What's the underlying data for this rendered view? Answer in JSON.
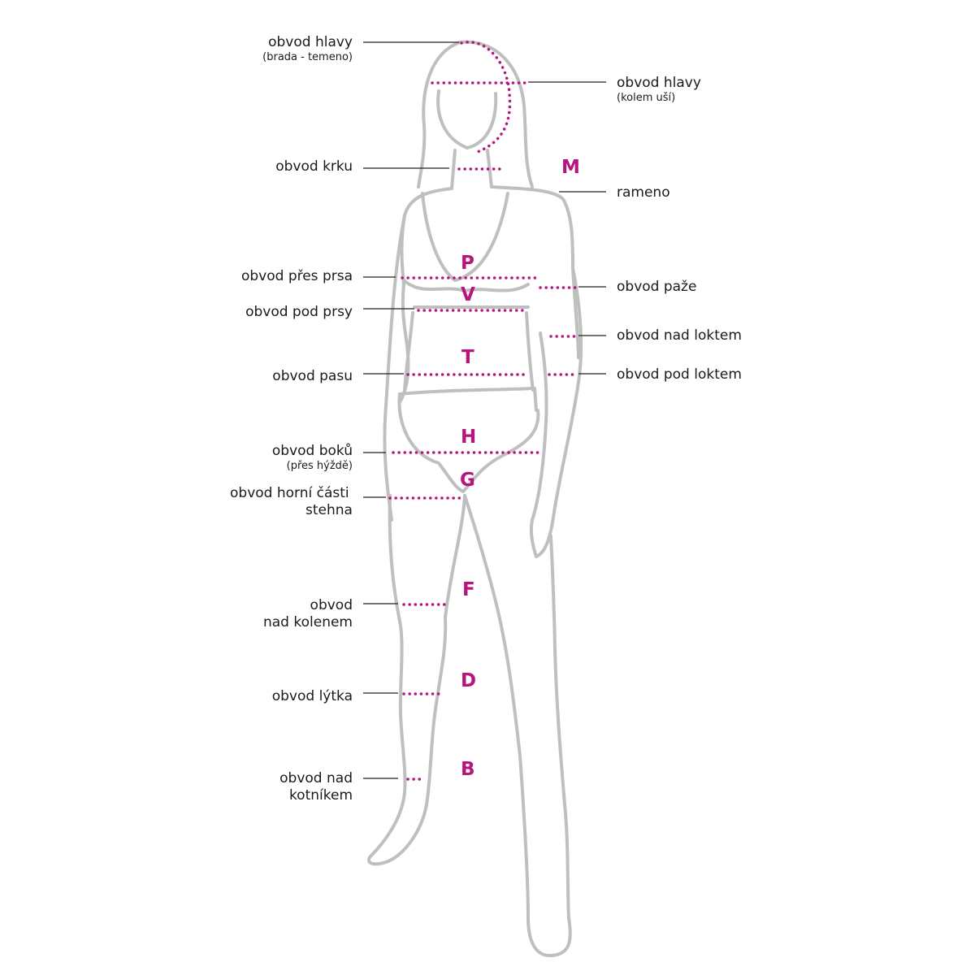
{
  "colors": {
    "measure": "#b5157c",
    "outline": "#bfbfbf",
    "leader": "#222222",
    "text": "#1a1a1a"
  },
  "labels": {
    "head_chin_crown": {
      "main": "obvod hlavy",
      "sub": "(brada - temeno)"
    },
    "head_ears": {
      "main": "obvod hlavy",
      "sub": "(kolem uší)"
    },
    "neck": "obvod krku",
    "shoulder": "rameno",
    "bust": "obvod přes prsa",
    "arm": "obvod paže",
    "underbust": "obvod pod prsy",
    "above_elbow": "obvod nad loktem",
    "waist": "obvod pasu",
    "below_elbow": "obvod pod loktem",
    "hips": {
      "main": "obvod boků",
      "sub": "(přes hýždě)"
    },
    "upper_thigh": {
      "line1": "obvod horní části",
      "line2": "stehna"
    },
    "above_knee": {
      "line1": "obvod",
      "line2": "nad kolenem"
    },
    "calf": "obvod lýtka",
    "above_ankle": {
      "line1": "obvod nad",
      "line2": "kotníkem"
    }
  },
  "letters": {
    "M": "M",
    "P": "P",
    "V": "V",
    "T": "T",
    "H": "H",
    "G": "G",
    "F": "F",
    "D": "D",
    "B": "B"
  }
}
